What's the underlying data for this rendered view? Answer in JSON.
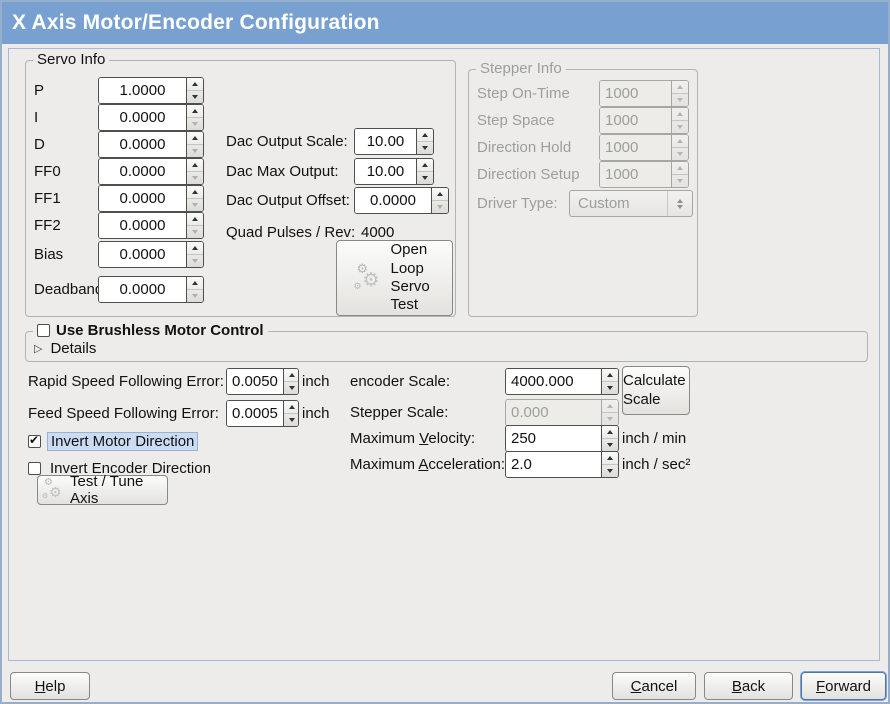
{
  "title": "X Axis Motor/Encoder Configuration",
  "servo_info": {
    "legend": "Servo Info",
    "params": [
      {
        "label": "P",
        "value": "1.0000"
      },
      {
        "label": "I",
        "value": "0.0000"
      },
      {
        "label": "D",
        "value": "0.0000"
      },
      {
        "label": "FF0",
        "value": "0.0000"
      },
      {
        "label": "FF1",
        "value": "0.0000"
      },
      {
        "label": "FF2",
        "value": "0.0000"
      },
      {
        "label": "Bias",
        "value": "0.0000"
      },
      {
        "label": "Deadband",
        "value": "0.0000"
      }
    ],
    "dac_output_scale": {
      "label": "Dac Output Scale:",
      "value": "10.00"
    },
    "dac_max_output": {
      "label": "Dac Max Output:",
      "value": "10.00"
    },
    "dac_output_offset": {
      "label": "Dac Output Offset:",
      "value": "0.0000"
    },
    "quad_pulses": {
      "label": "Quad Pulses / Rev:",
      "value": "4000"
    },
    "open_loop_test_button": "Open Loop Servo Test"
  },
  "stepper_info": {
    "legend": "Stepper Info",
    "fields": [
      {
        "label": "Step On-Time",
        "value": "1000"
      },
      {
        "label": "Step Space",
        "value": "1000"
      },
      {
        "label": "Direction Hold",
        "value": "1000"
      },
      {
        "label": "Direction Setup",
        "value": "1000"
      }
    ],
    "driver_type": {
      "label": "Driver Type:",
      "value": "Custom"
    }
  },
  "brushless": {
    "checkbox_label": "Use Brushless Motor Control",
    "checked": false,
    "details_label": "Details",
    "expanded": false
  },
  "following_errors": [
    {
      "label": "Rapid Speed Following Error:",
      "value": "0.0050",
      "unit": "inch"
    },
    {
      "label": "Feed Speed Following Error:",
      "value": "0.0005",
      "unit": "inch"
    }
  ],
  "scales": {
    "encoder": {
      "label": "encoder Scale:",
      "value": "4000.000"
    },
    "stepper": {
      "label": "Stepper Scale:",
      "value": "0.000"
    },
    "calculate_button": "Calculate Scale",
    "velocity": {
      "label_pre": "Maximum ",
      "label_key": "V",
      "label_post": "elocity:",
      "value": "250",
      "unit": "inch / min"
    },
    "acceleration": {
      "label_pre": "Maximum ",
      "label_key": "A",
      "label_post": "cceleration:",
      "value": "2.0",
      "unit": "inch / sec²"
    }
  },
  "direction": {
    "invert_motor": {
      "label": "Invert Motor Direction",
      "checked": true
    },
    "invert_encoder": {
      "label": "Invert Encoder Direction",
      "checked": false
    }
  },
  "test_tune_button": "Test / Tune Axis",
  "footer": {
    "help": {
      "key": "H",
      "rest": "elp"
    },
    "cancel": {
      "key": "C",
      "rest": "ancel"
    },
    "back": {
      "key": "B",
      "rest": "ack"
    },
    "forward": {
      "key": "F",
      "rest": "orward"
    }
  },
  "icons": {
    "gears": "⚙",
    "expander_collapsed": "▷"
  },
  "colors": {
    "titlebar": "#78A1D2",
    "background": "#EDECEA",
    "panel_border": "#A3BBD8",
    "focus_highlight": "#CBDCF2",
    "disabled_text": "#9C9E99"
  }
}
